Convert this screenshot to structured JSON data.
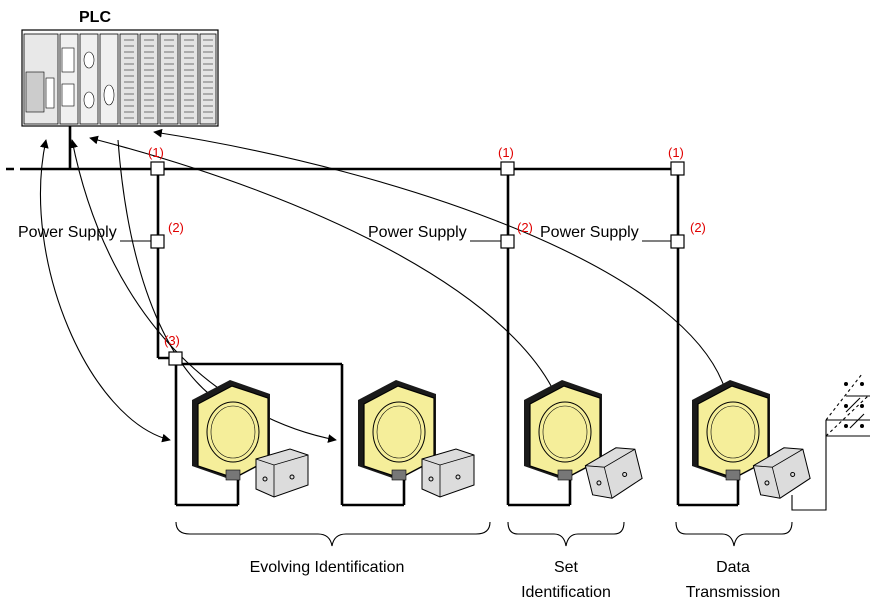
{
  "plc": {
    "label": "PLC"
  },
  "junctions": {
    "bus_tap": "(1)",
    "power_tap": "(2)",
    "branch_tap": "(3)"
  },
  "power_supply_label": "Power Supply",
  "groups": {
    "evolving": "Evolving Identification",
    "set_line1": "Set",
    "set_line2": "Identification",
    "data_line1": "Data",
    "data_line2": "Transmission"
  },
  "colors": {
    "reader_body": "#f5ee9a",
    "reader_back": "#1a1a1a",
    "tag_body": "#dcdcdc",
    "junction_label": "#e00000"
  }
}
